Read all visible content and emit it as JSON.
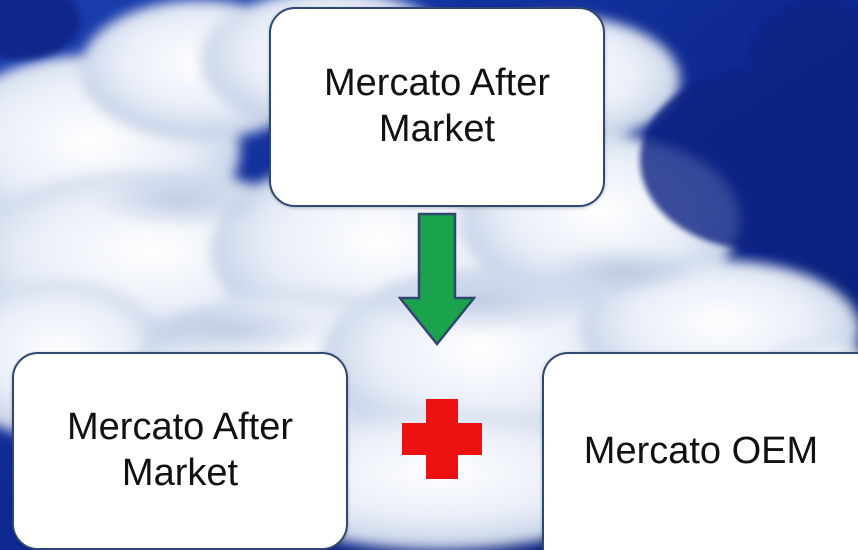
{
  "colors": {
    "sky_dark": "#0a1a66",
    "box_border": "#2f4873",
    "arrow_fill": "#1aa34a",
    "arrow_outline": "#2f4873",
    "plus_fill": "#ee1111"
  },
  "boxes": {
    "top": {
      "line1": "Mercato After",
      "line2": "Market"
    },
    "left": {
      "line1": "Mercato After",
      "line2": "Market"
    },
    "right": {
      "label": "Mercato OEM"
    }
  },
  "connectors": {
    "arrow_icon": "down-arrow-icon",
    "plus_icon": "plus-icon"
  }
}
